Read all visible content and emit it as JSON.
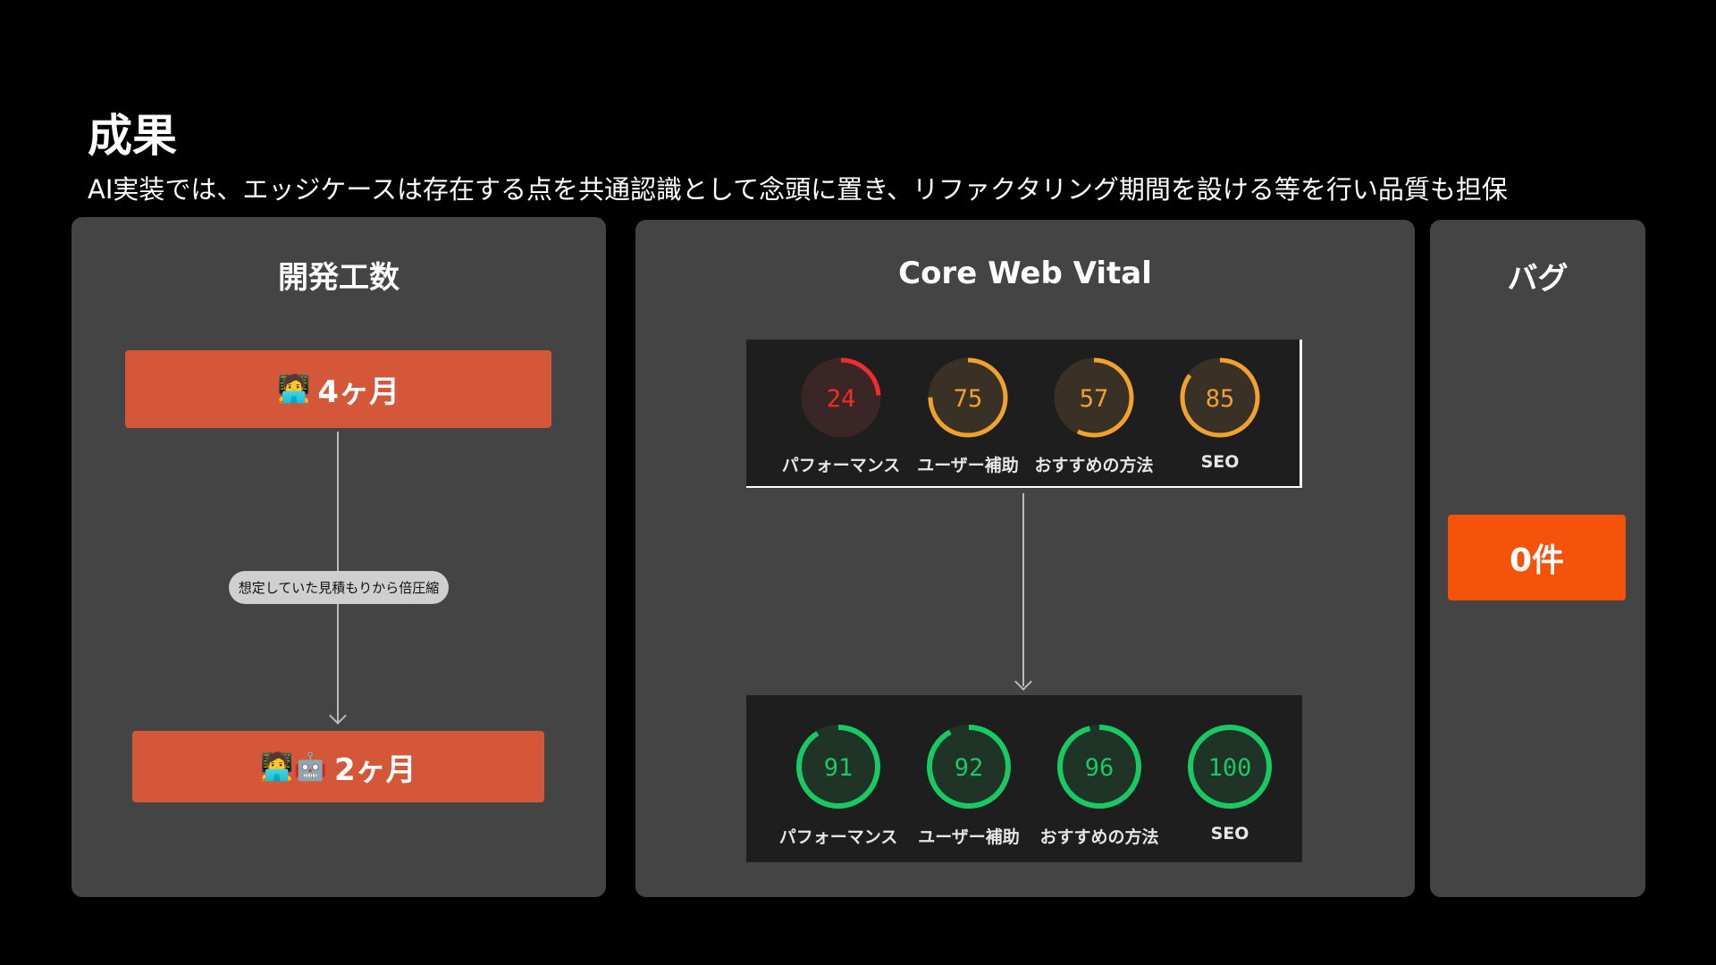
{
  "slide": {
    "title": "成果",
    "subtitle": "AI実装では、エッジケースは存在する点を共通認識として念頭に置き、リファクタリング期間を設ける等を行い品質も担保"
  },
  "effort": {
    "title": "開発工数",
    "before": {
      "emoji": "🧑‍💻",
      "label": "4ヶ月"
    },
    "after": {
      "emoji": "🧑‍💻🤖",
      "label": "2ヶ月"
    },
    "note": "想定していた見積もりから倍圧縮"
  },
  "cwv": {
    "title": "Core Web Vital",
    "before": [
      {
        "label": "パフォーマンス",
        "score": 24,
        "color": "#f22c2c",
        "track": "#3a2626"
      },
      {
        "label": "ユーザー補助",
        "score": 75,
        "color": "#f0a22c",
        "track": "#3a3126"
      },
      {
        "label": "おすすめの方法",
        "score": 57,
        "color": "#f0a22c",
        "track": "#3a3126"
      },
      {
        "label": "SEO",
        "score": 85,
        "color": "#f0a22c",
        "track": "#3a3126"
      }
    ],
    "after": [
      {
        "label": "パフォーマンス",
        "score": 91,
        "color": "#18c964",
        "track": "#1f3326"
      },
      {
        "label": "ユーザー補助",
        "score": 92,
        "color": "#18c964",
        "track": "#1f3326"
      },
      {
        "label": "おすすめの方法",
        "score": 96,
        "color": "#18c964",
        "track": "#1f3326"
      },
      {
        "label": "SEO",
        "score": 100,
        "color": "#18c964",
        "track": "#1f3326"
      }
    ]
  },
  "bug": {
    "title": "バグ",
    "value": "0件"
  }
}
